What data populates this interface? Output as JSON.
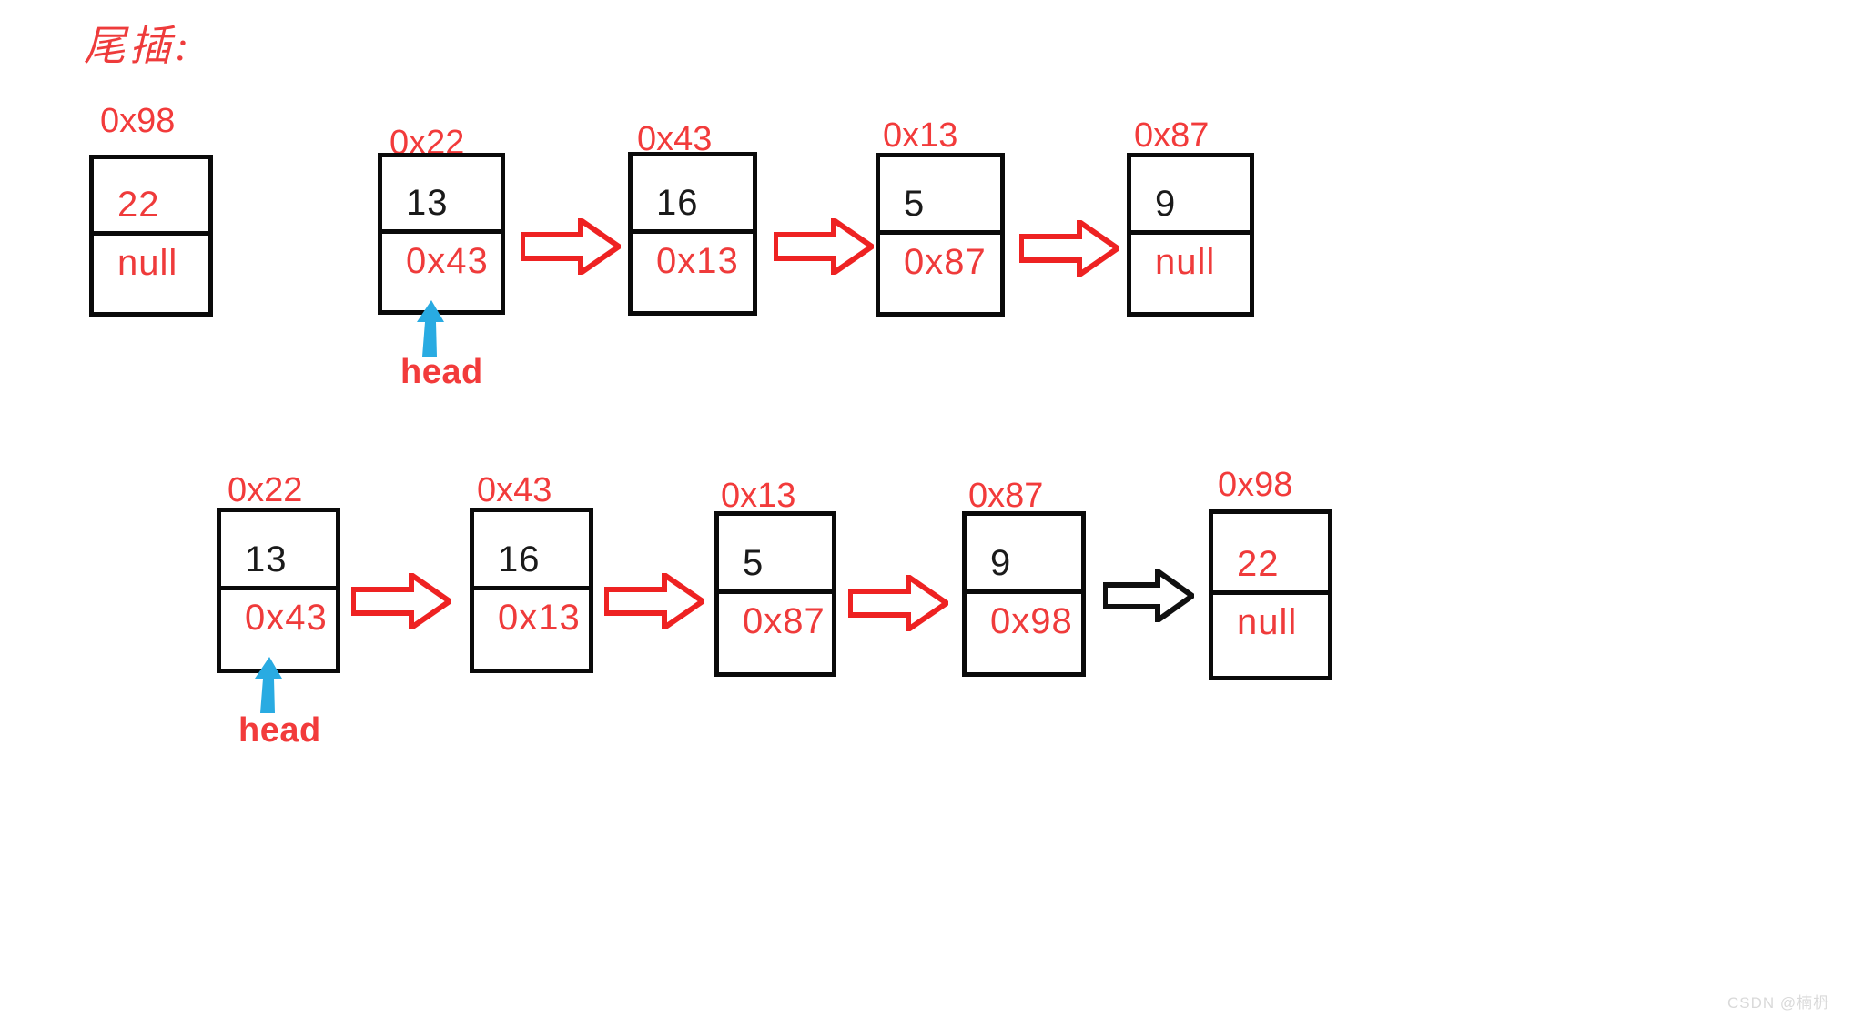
{
  "title": "尾插:",
  "colors": {
    "red": "#ef3b3b",
    "black": "#0a0a0a",
    "blue": "#29abe2",
    "background": "#ffffff"
  },
  "watermark": "CSDN @楠枬",
  "pointer_label": "head",
  "rows": [
    {
      "name": "before-tail-insert",
      "detached_node": {
        "address": "0x98",
        "value": "22",
        "value_color": "red",
        "next": "null",
        "next_color": "red"
      },
      "list": [
        {
          "address": "0x22",
          "value": "13",
          "value_color": "black",
          "next": "0x43",
          "next_color": "red",
          "has_head_pointer": true
        },
        {
          "address": "0x43",
          "value": "16",
          "value_color": "black",
          "next": "0x13",
          "next_color": "red",
          "has_head_pointer": false
        },
        {
          "address": "0x13",
          "value": "5",
          "value_color": "black",
          "next": "0x87",
          "next_color": "red",
          "has_head_pointer": false
        },
        {
          "address": "0x87",
          "value": "9",
          "value_color": "black",
          "next": "null",
          "next_color": "red",
          "has_head_pointer": false
        }
      ],
      "arrows": [
        {
          "from": "0x22",
          "to": "0x43",
          "color": "red"
        },
        {
          "from": "0x43",
          "to": "0x13",
          "color": "red"
        },
        {
          "from": "0x13",
          "to": "0x87",
          "color": "red"
        }
      ]
    },
    {
      "name": "after-tail-insert",
      "list": [
        {
          "address": "0x22",
          "value": "13",
          "value_color": "black",
          "next": "0x43",
          "next_color": "red",
          "has_head_pointer": true
        },
        {
          "address": "0x43",
          "value": "16",
          "value_color": "black",
          "next": "0x13",
          "next_color": "red",
          "has_head_pointer": false
        },
        {
          "address": "0x13",
          "value": "5",
          "value_color": "black",
          "next": "0x87",
          "next_color": "red",
          "has_head_pointer": false
        },
        {
          "address": "0x87",
          "value": "9",
          "value_color": "black",
          "next": "0x98",
          "next_color": "red",
          "has_head_pointer": false
        },
        {
          "address": "0x98",
          "value": "22",
          "value_color": "red",
          "next": "null",
          "next_color": "red",
          "has_head_pointer": false
        }
      ],
      "arrows": [
        {
          "from": "0x22",
          "to": "0x43",
          "color": "red"
        },
        {
          "from": "0x43",
          "to": "0x13",
          "color": "red"
        },
        {
          "from": "0x13",
          "to": "0x87",
          "color": "red"
        },
        {
          "from": "0x87",
          "to": "0x98",
          "color": "black"
        }
      ]
    }
  ]
}
